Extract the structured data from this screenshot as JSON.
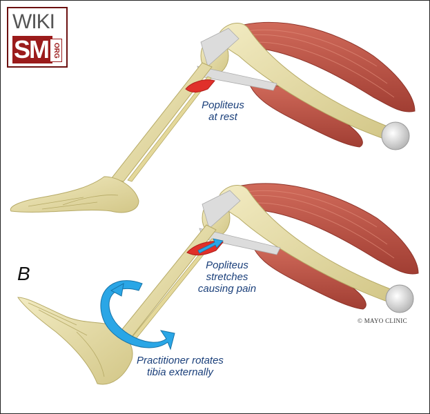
{
  "logo": {
    "top_text": "WIKI",
    "badge_text": "SM",
    "badge_sub": "ORG"
  },
  "panel_label": "B",
  "labels": {
    "popliteus_rest_line1": "Popliteus",
    "popliteus_rest_line2": "at rest",
    "popliteus_stretch_line1": "Popliteus",
    "popliteus_stretch_line2": "stretches",
    "popliteus_stretch_line3": "causing pain",
    "practitioner_line1": "Practitioner rotates",
    "practitioner_line2": "tibia externally"
  },
  "credit": "© MAYO CLINIC",
  "colors": {
    "bone": "#e9dfa6",
    "bone_shadow": "#c9bd7a",
    "muscle": "#c5584a",
    "muscle_dark": "#9e3a30",
    "tendon": "#d8d8d8",
    "popliteus": "#e0302a",
    "arrow": "#2aa6e6",
    "label_text": "#1a3f7a"
  },
  "icons": {
    "rotation_arrow": "circular-arrow-icon"
  }
}
